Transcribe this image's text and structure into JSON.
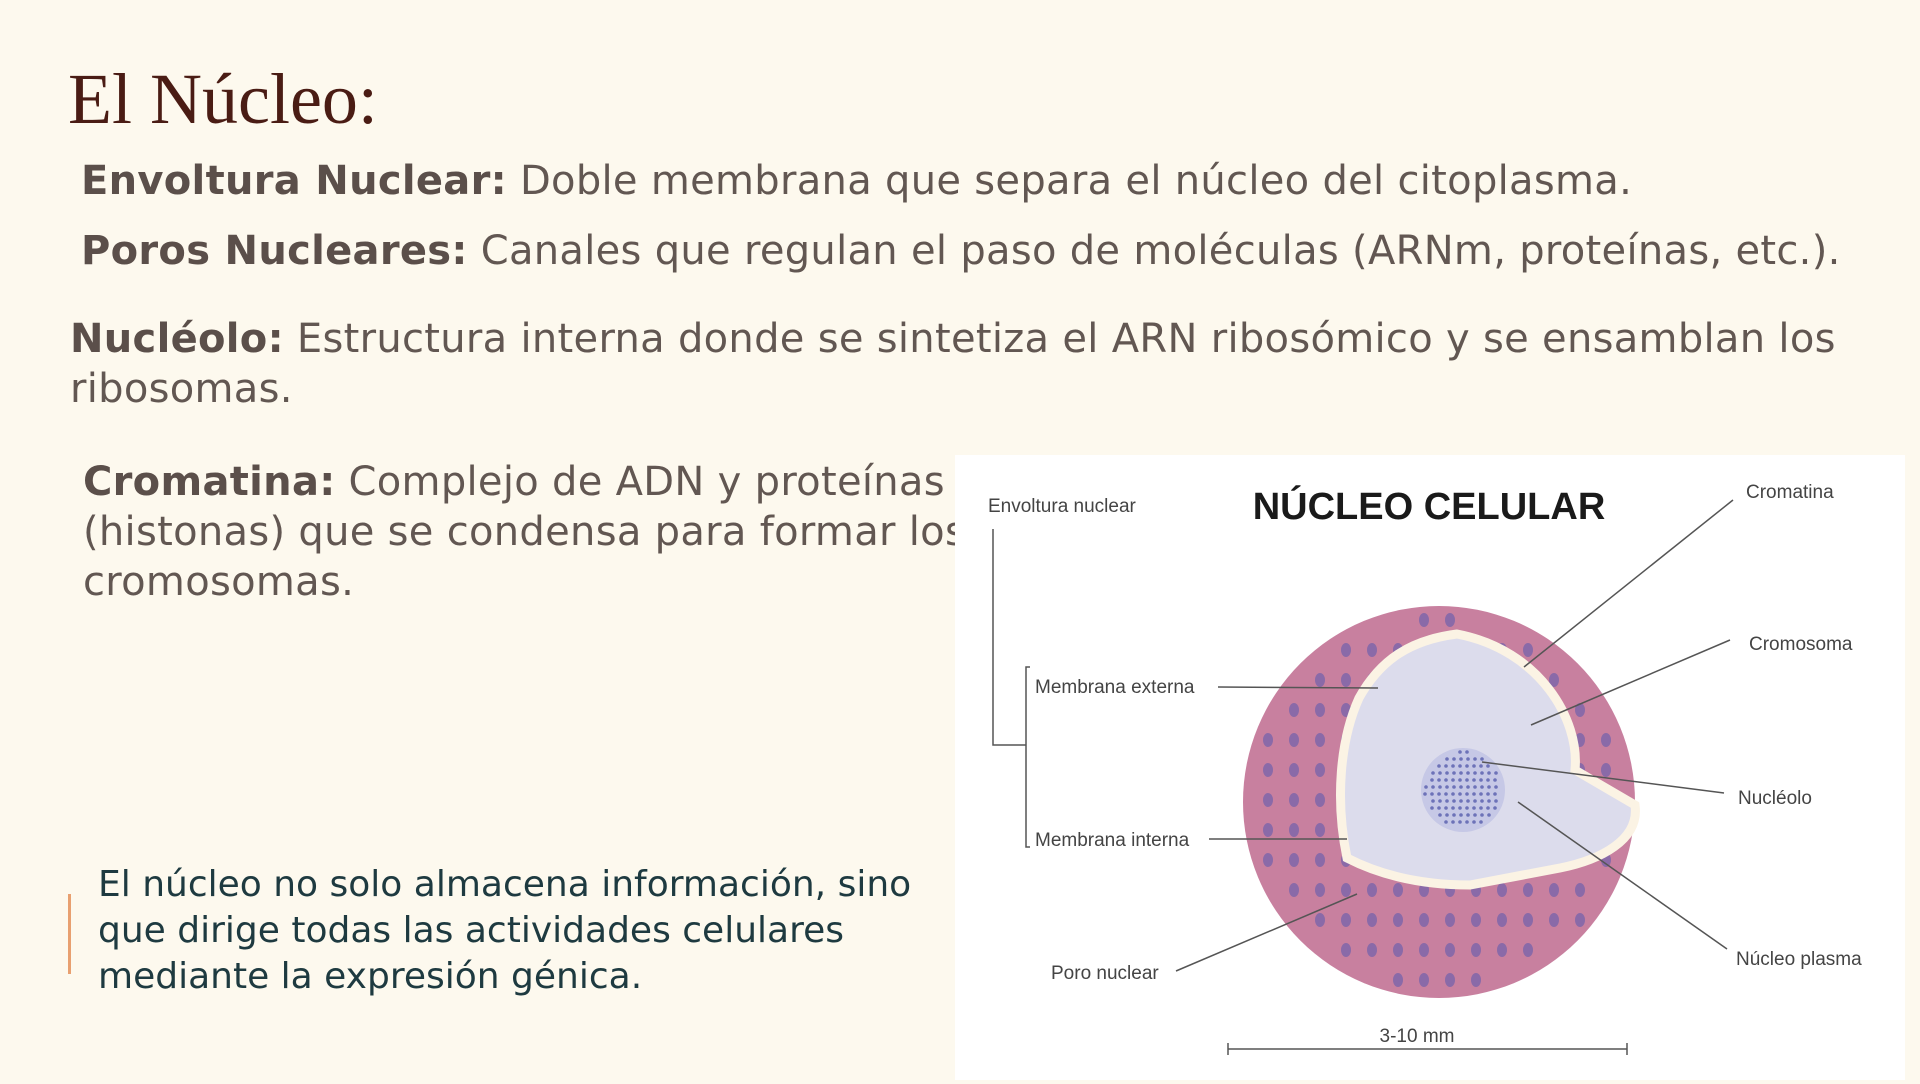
{
  "slide": {
    "title": "El Núcleo:",
    "items": [
      {
        "term": "Envoltura Nuclear:",
        "text": " Doble membrana que separa el núcleo del citoplasma."
      },
      {
        "term": "Poros Nucleares:",
        "text": " Canales que regulan el paso de moléculas (ARNm, proteínas, etc.)."
      },
      {
        "term": "Nucléolo:",
        "text": " Estructura interna donde se sintetiza el ARN ribosómico y se ensamblan los ribosomas."
      },
      {
        "term": "Cromatina:",
        "text": " Complejo de ADN y proteínas (histonas) que se condensa para formar los cromosomas."
      }
    ],
    "quote": "El núcleo no solo almacena información, sino que dirige todas las actividades celulares mediante la expresión génica.",
    "accent_color": "#e8a070"
  },
  "figure": {
    "title": "NÚCLEO CELULAR",
    "labels": {
      "envoltura": "Envoltura nuclear",
      "membrana_externa": "Membrana externa",
      "membrana_interna": "Membrana interna",
      "poro": "Poro nuclear",
      "cromatina": "Cromatina",
      "cromosoma": "Cromosoma",
      "nucleolo": "Nucléolo",
      "nucleoplasma": "Núcleo plasma",
      "scale": "3-10 mm"
    },
    "colors": {
      "envelope": "#c8809f",
      "pore": "#8a6aa8",
      "interior": "#dcdcec",
      "membrane": "#fbf3e4"
    }
  }
}
